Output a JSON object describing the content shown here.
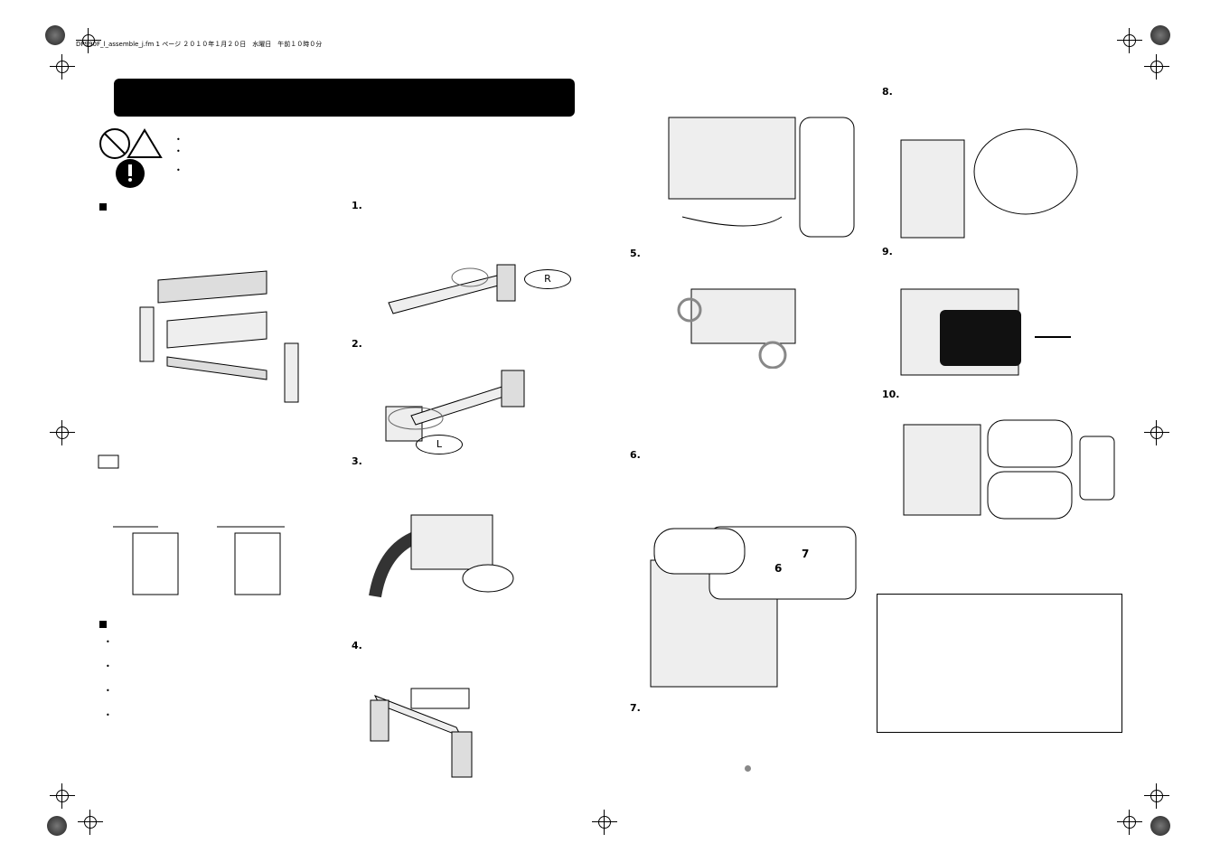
{
  "header": {
    "file_line": "DP990F_l_assemble_j.fm 1 ページ ２０１０年１月２０日　水曜日　午前１０時０分"
  },
  "steps": [
    "1.",
    "2.",
    "3.",
    "4.",
    "5.",
    "6.",
    "7.",
    "8.",
    "9.",
    "10."
  ],
  "labels": {
    "right": "R",
    "left": "L",
    "callout6": "6",
    "callout7": "7"
  }
}
